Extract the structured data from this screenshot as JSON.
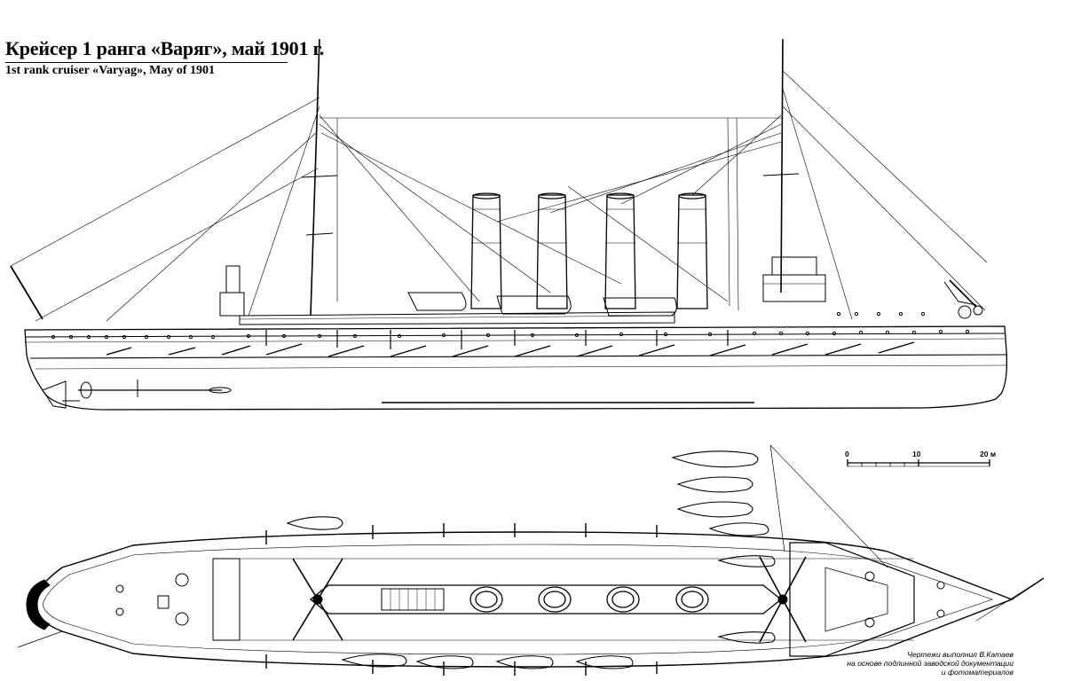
{
  "title": {
    "russian": "Крейсер 1 ранга «Варяг», май 1901 г.",
    "english": "1st rank cruiser «Varyag», May of 1901"
  },
  "scale_bar": {
    "labels": [
      "0",
      "10",
      "20 м"
    ],
    "ticks": [
      0,
      10,
      20
    ]
  },
  "credits": {
    "line1": "Чертежи выполнил В.Катаев",
    "line2": "на основе подлинной заводской документации",
    "line3": "и фотоматериалов"
  },
  "views": {
    "profile": "side-elevation",
    "plan": "top-plan"
  },
  "features": {
    "funnels": 4,
    "masts": 2
  },
  "colors": {
    "ink": "#000000",
    "paper": "#ffffff"
  }
}
